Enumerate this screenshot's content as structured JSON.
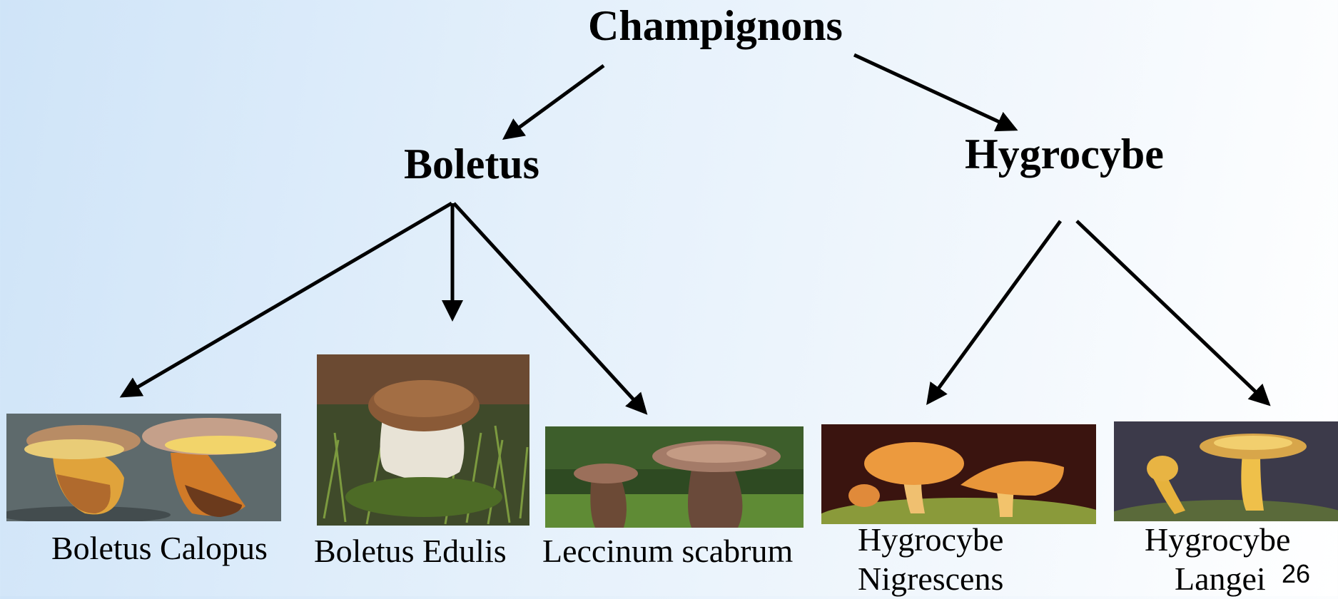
{
  "title": "Champignons",
  "genera": [
    {
      "name": "Boletus"
    },
    {
      "name": "Hygrocybe"
    }
  ],
  "species": [
    {
      "caption": "Boletus Calopus",
      "genus": "Boletus"
    },
    {
      "caption": "Boletus Edulis",
      "genus": "Boletus"
    },
    {
      "caption": "Leccinum scabrum",
      "genus": "Boletus"
    },
    {
      "caption_line1": "Hygrocybe",
      "caption_line2": "Nigrescens",
      "genus": "Hygrocybe"
    },
    {
      "caption_line1": "Hygrocybe",
      "caption_line2": "Langei",
      "genus": "Hygrocybe"
    }
  ],
  "page_number": "26"
}
